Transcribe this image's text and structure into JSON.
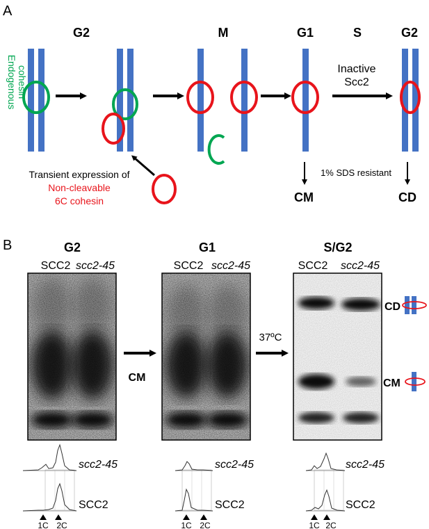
{
  "panel_a": {
    "letter": "A",
    "stages": [
      "G2",
      "M",
      "G1",
      "S",
      "G2"
    ],
    "endogenous_label_1": "Endogenous",
    "endogenous_label_2": "cohesin",
    "inactive_line1": "Inactive",
    "inactive_line2": "Scc2",
    "transient_line1": "Transient expression of",
    "transient_line2": "Non-cleavable",
    "transient_line3": "6C cohesin",
    "sds_label": "1% SDS resistant",
    "cm_label": "CM",
    "cd_label": "CD"
  },
  "panel_b": {
    "letter": "B",
    "gels": [
      {
        "title": "G2",
        "lane1": "SCC2",
        "lane2": "scc2-45"
      },
      {
        "title": "G1",
        "lane1": "SCC2",
        "lane2": "scc2-45"
      },
      {
        "title": "S/G2",
        "lane1": "SCC2",
        "lane2": "scc2-45"
      }
    ],
    "arrow1_label": "CM",
    "arrow2_label": "37ºC",
    "band_cd": "CD",
    "band_cm": "CM",
    "facs_top": "scc2-45",
    "facs_bottom": "SCC2",
    "peak_1c": "1C",
    "peak_2c": "2C"
  },
  "colors": {
    "chromatid": "#4472c4",
    "endogenous_cohesin": "#00a651",
    "noncleavable_cohesin": "#e8141b",
    "text_red": "#e8141b",
    "text_green": "#00a651"
  }
}
